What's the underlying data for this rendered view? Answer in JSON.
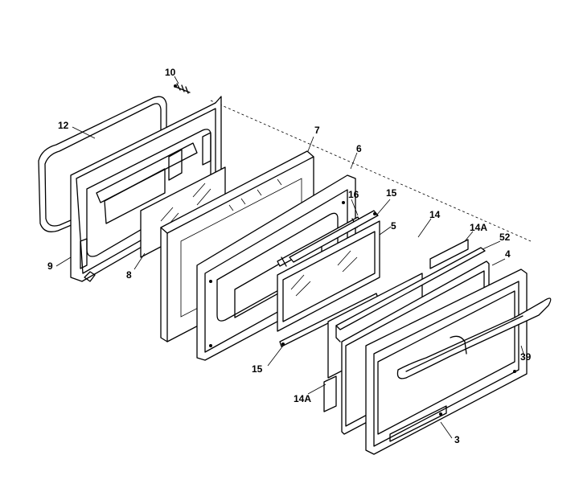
{
  "callouts": [
    {
      "id": "c10",
      "text": "10"
    },
    {
      "id": "c12",
      "text": "12"
    },
    {
      "id": "c9",
      "text": "9"
    },
    {
      "id": "c8",
      "text": "8"
    },
    {
      "id": "c7",
      "text": "7"
    },
    {
      "id": "c6",
      "text": "6"
    },
    {
      "id": "c16",
      "text": "16"
    },
    {
      "id": "c15a",
      "text": "15"
    },
    {
      "id": "c5",
      "text": "5"
    },
    {
      "id": "c14",
      "text": "14"
    },
    {
      "id": "c14Aa",
      "text": "14A"
    },
    {
      "id": "c52",
      "text": "52"
    },
    {
      "id": "c4",
      "text": "4"
    },
    {
      "id": "c39",
      "text": "39"
    },
    {
      "id": "c15b",
      "text": "15"
    },
    {
      "id": "c14Ab",
      "text": "14A"
    },
    {
      "id": "c3",
      "text": "3"
    }
  ]
}
